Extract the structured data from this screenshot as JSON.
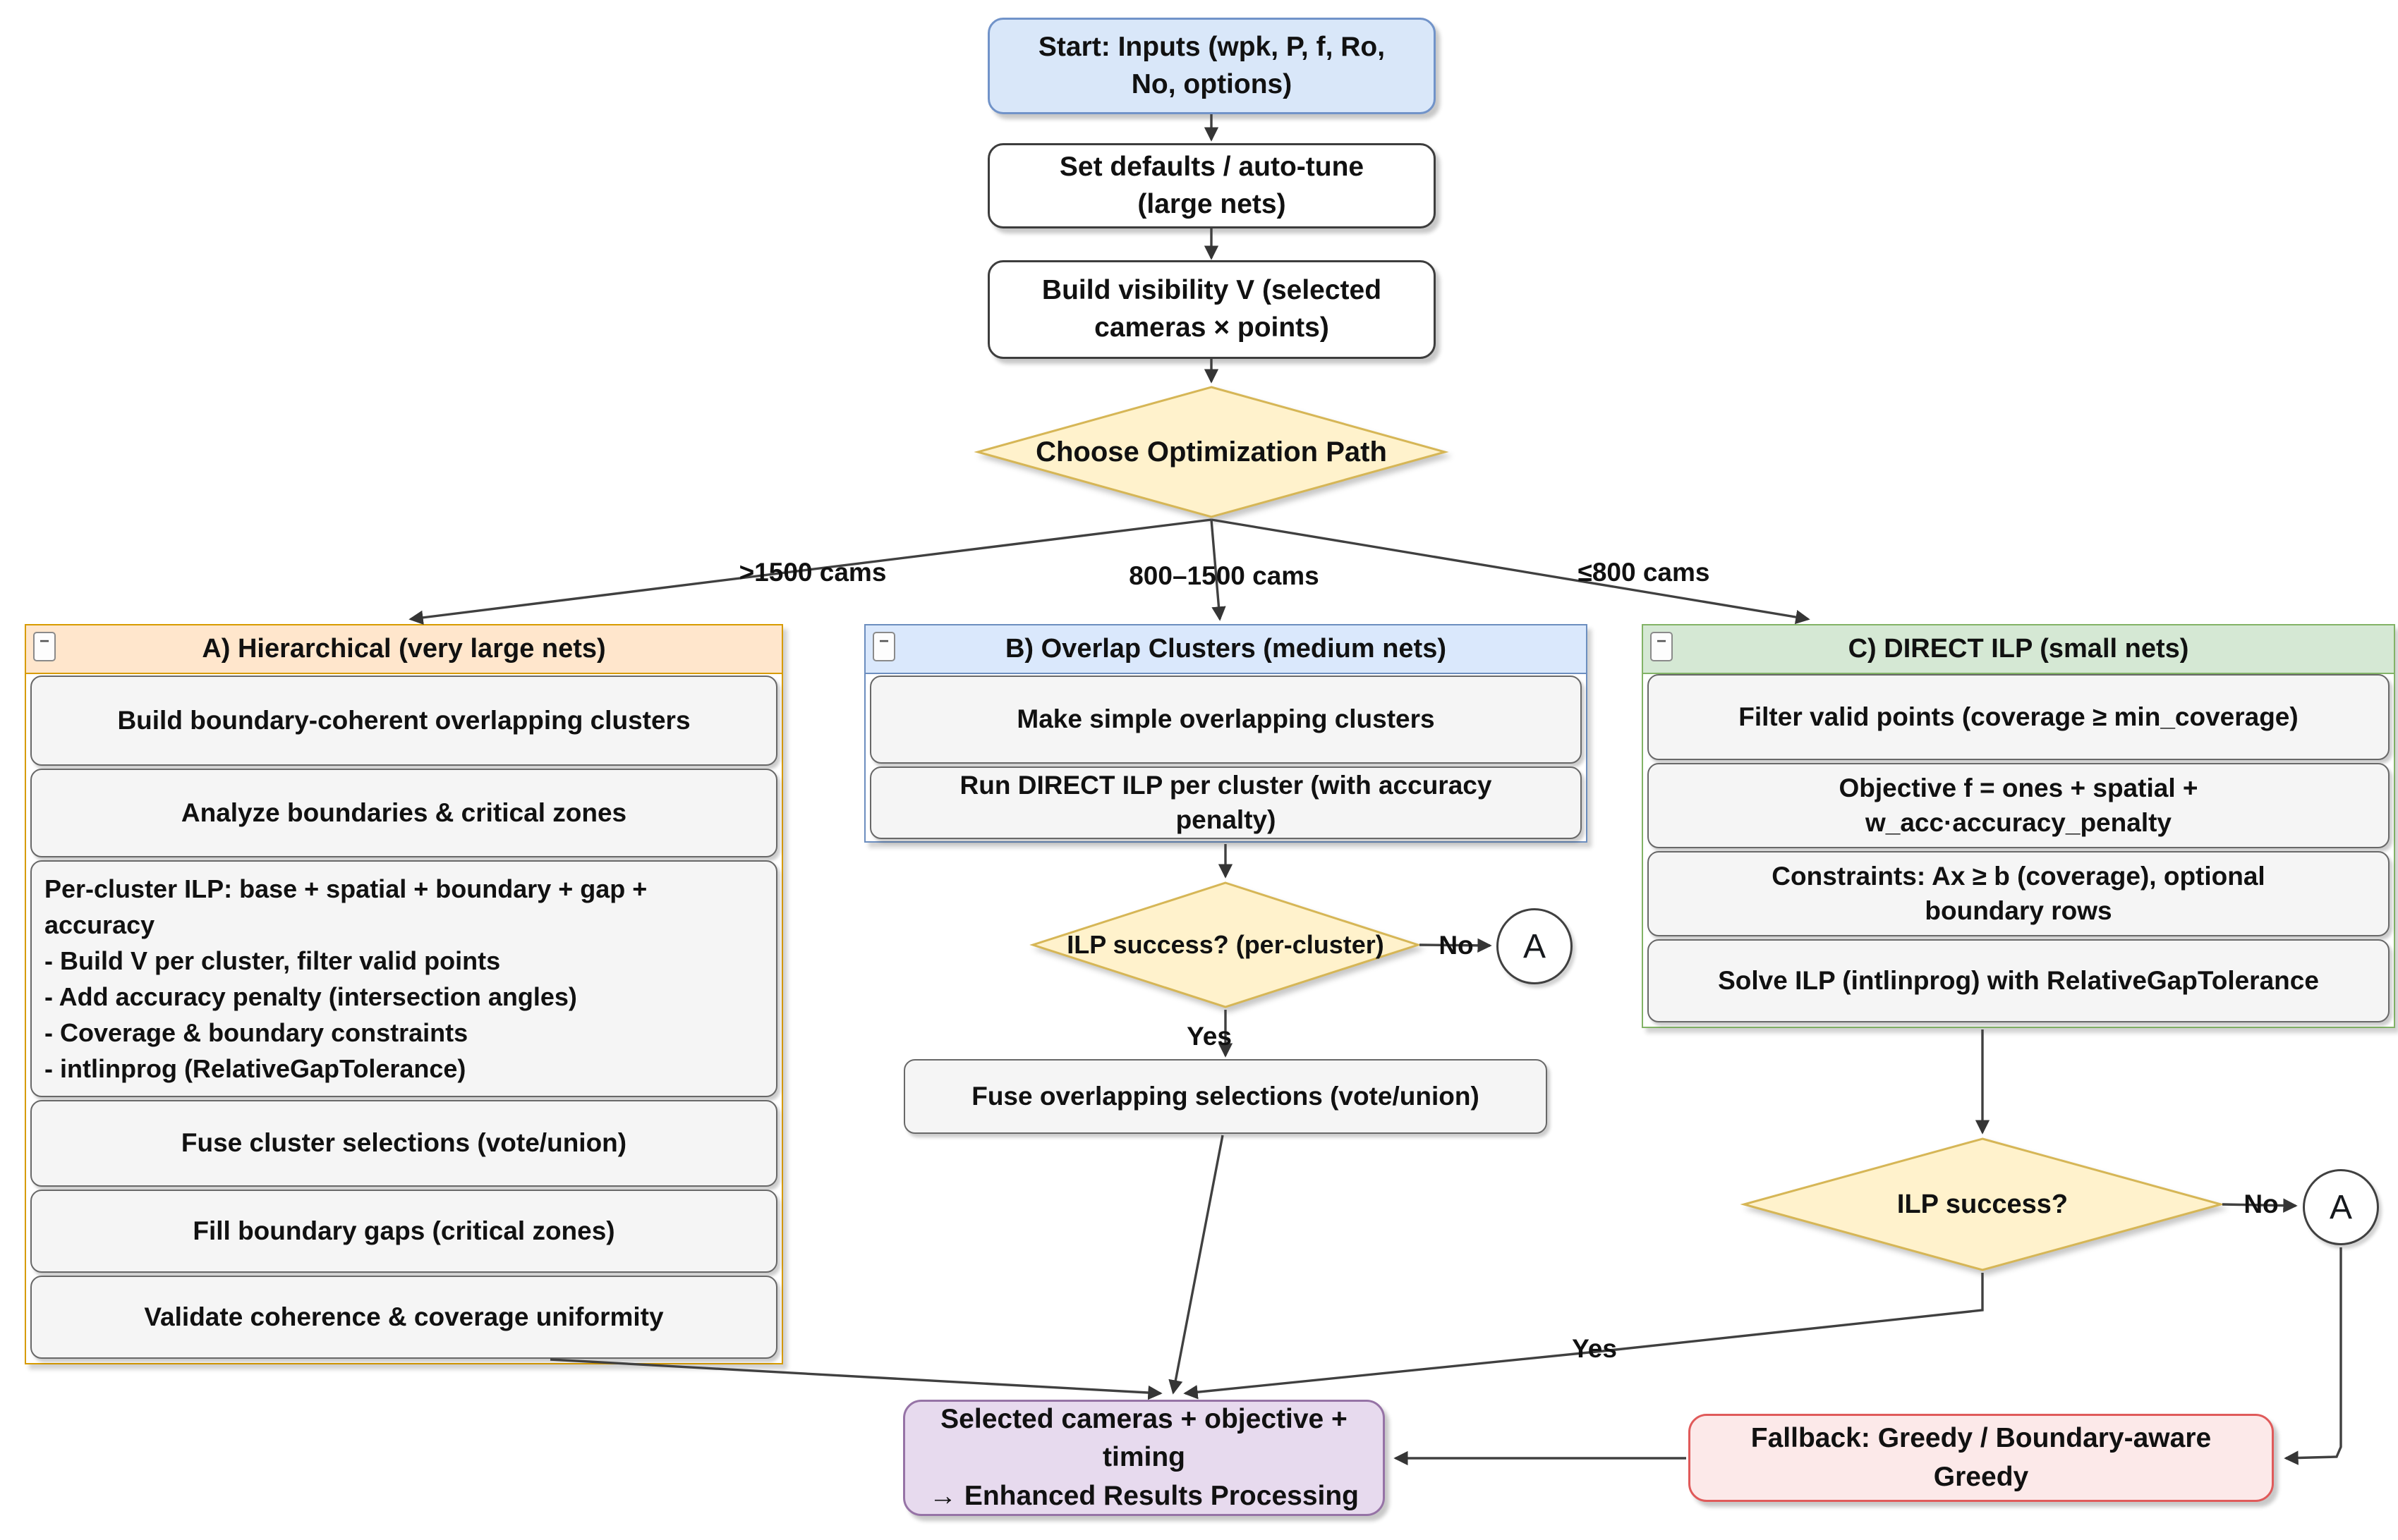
{
  "top": {
    "start": "Start: Inputs (wpk, P, f, Ro,\nNo, options)",
    "defaults": "Set defaults / auto-tune\n(large nets)",
    "visibility": "Build visibility V (selected\ncameras × points)",
    "decision": "Choose Optimization Path"
  },
  "branches": {
    "left": ">1500 cams",
    "middle": "800–1500 cams",
    "right": "≤800 cams"
  },
  "columns": {
    "a": {
      "title": "A) Hierarchical (very large nets)",
      "collapse_glyph": "−",
      "steps": [
        "Build boundary-coherent overlapping clusters",
        "Analyze boundaries & critical zones",
        "Per-cluster ILP: base + spatial + boundary + gap +\naccuracy\n- Build V per cluster, filter valid points\n- Add accuracy penalty (intersection angles)\n- Coverage & boundary constraints\n- intlinprog (RelativeGapTolerance)",
        "Fuse cluster selections (vote/union)",
        "Fill boundary gaps (critical zones)",
        "Validate coherence & coverage uniformity"
      ]
    },
    "b": {
      "title": "B) Overlap Clusters (medium nets)",
      "collapse_glyph": "−",
      "steps": [
        "Make simple overlapping clusters",
        "Run DIRECT ILP per cluster (with accuracy\npenalty)"
      ],
      "decision": "ILP success? (per-cluster)",
      "no_label": "No",
      "yes_label": "Yes",
      "connector": "A",
      "fuse": "Fuse overlapping selections (vote/union)"
    },
    "c": {
      "title": "C) DIRECT ILP (small nets)",
      "collapse_glyph": "−",
      "steps": [
        "Filter valid points (coverage ≥ min_coverage)",
        "Objective f = ones + spatial +\nw_acc·accuracy_penalty",
        "Constraints: Ax ≥ b (coverage), optional\nboundary rows",
        "Solve ILP (intlinprog) with RelativeGapTolerance"
      ],
      "decision": "ILP success?",
      "no_label": "No",
      "yes_label": "Yes",
      "connector": "A"
    }
  },
  "bottom": {
    "results": "Selected cameras + objective + timing\n→ Enhanced Results Processing",
    "fallback": "Fallback: Greedy / Boundary-aware\nGreedy"
  },
  "colors": {
    "accent_blue": "#dae8fc",
    "accent_orange": "#ffe6cc",
    "accent_green": "#d5e8d4",
    "accent_yellow": "#fff2cc",
    "accent_purple": "#e7daee",
    "accent_red": "#fce9e9",
    "edge": "#404040"
  }
}
